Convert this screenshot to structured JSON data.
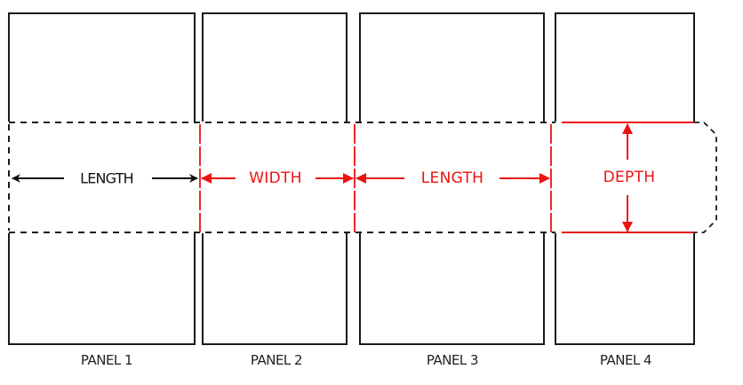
{
  "colors": {
    "outline": "#1a1a1a",
    "accent": "#ee1111"
  },
  "panels": [
    {
      "label": "PANEL 1"
    },
    {
      "label": "PANEL 2"
    },
    {
      "label": "PANEL 3"
    },
    {
      "label": "PANEL 4"
    }
  ],
  "dimensions": {
    "panel1": "LENGTH",
    "panel2": "WIDTH",
    "panel3": "LENGTH",
    "panel4": "DEPTH"
  }
}
